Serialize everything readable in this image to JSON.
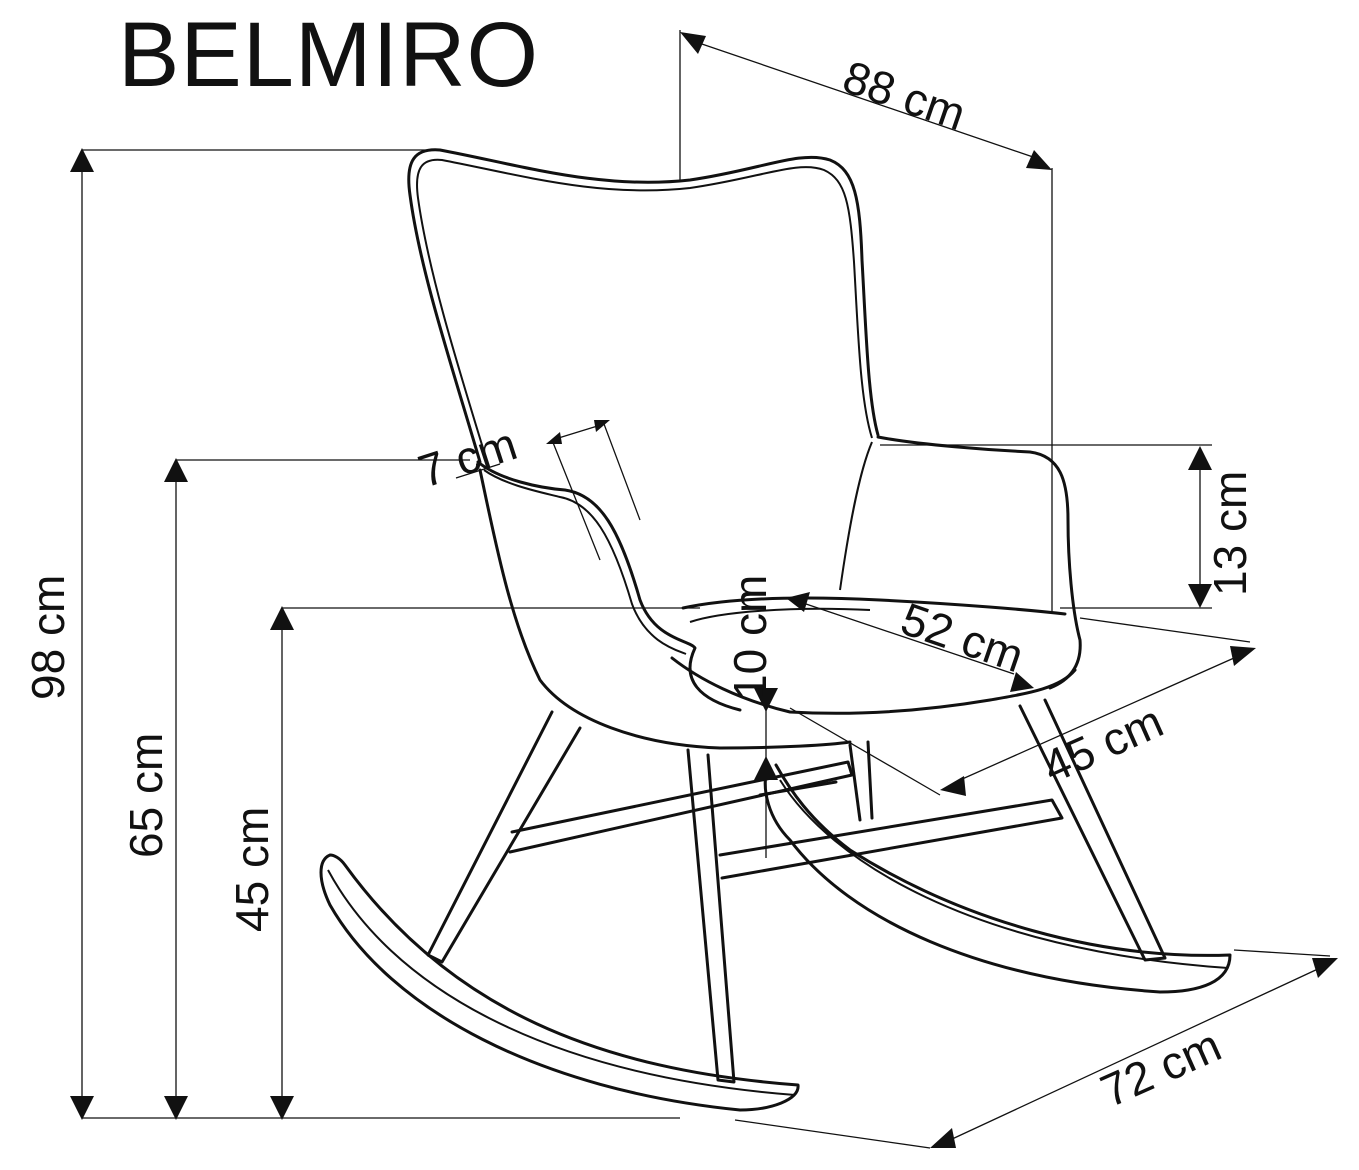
{
  "product": {
    "name": "BELMIRO"
  },
  "dimensions": {
    "total_height": "98 cm",
    "armrest_height": "65 cm",
    "seat_height": "45 cm",
    "total_depth": "88 cm",
    "frame_thickness": "7 cm",
    "armrest_above_seat": "13 cm",
    "seat_depth": "52 cm",
    "seat_thickness": "10 cm",
    "seat_width": "45 cm",
    "total_width": "72 cm"
  }
}
